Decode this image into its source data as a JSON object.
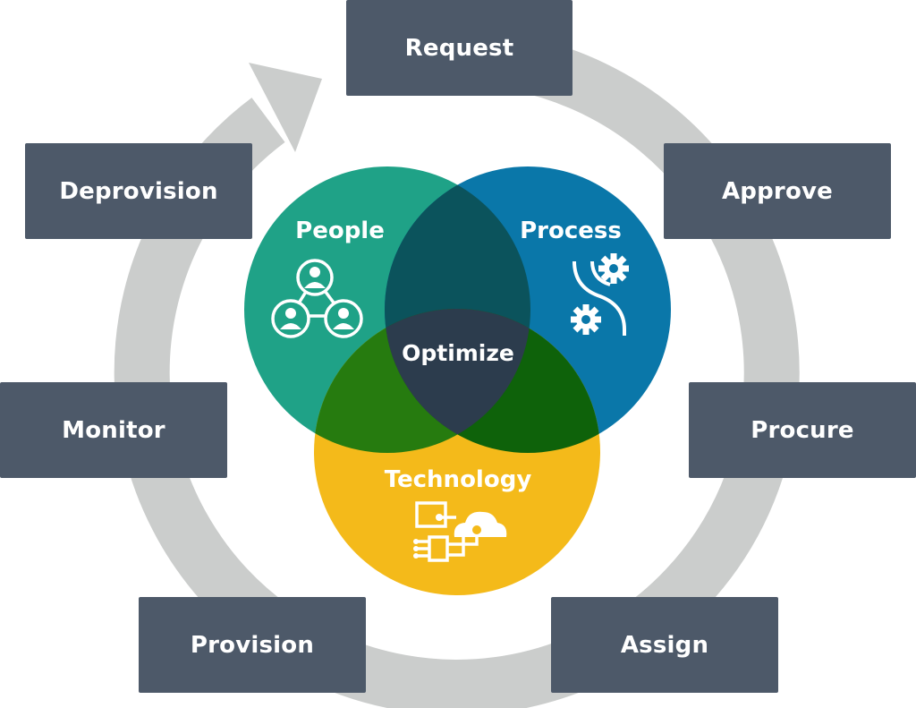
{
  "lifecycle_steps": {
    "request": "Request",
    "approve": "Approve",
    "procure": "Procure",
    "assign": "Assign",
    "provision": "Provision",
    "monitor": "Monitor",
    "deprovision": "Deprovision"
  },
  "venn": {
    "people": "People",
    "process": "Process",
    "technology": "Technology",
    "center": "Optimize"
  },
  "colors": {
    "box": "#4d5969",
    "ring": "#cbcdcc",
    "people": "#1fa287",
    "process": "#0a77a9",
    "technology": "#f4ba1a",
    "people_process": "#0b535c",
    "people_technology": "#267b0f",
    "process_technology": "#0e620a",
    "center": "#2c3c4d"
  },
  "icons": {
    "people": "people-network-icon",
    "process": "gears-flow-icon",
    "technology": "cloud-circuit-icon"
  }
}
